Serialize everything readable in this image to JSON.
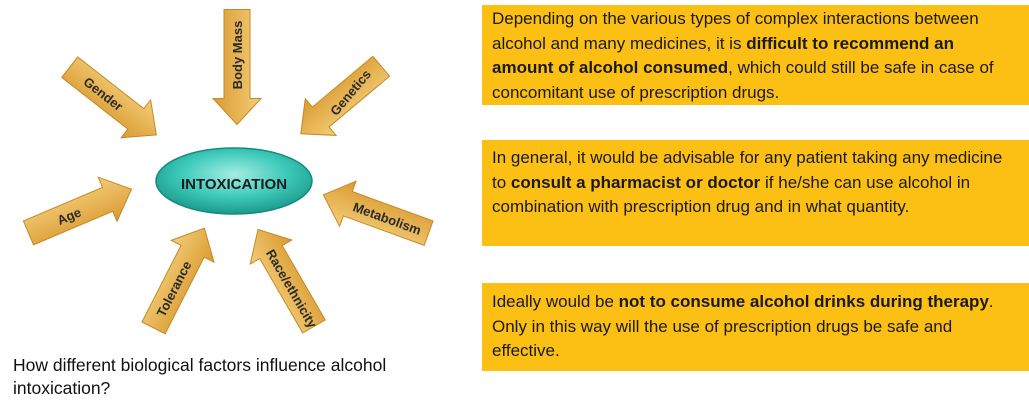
{
  "diagram": {
    "center_label": "INTOXICATION",
    "factors": [
      "Body Mass",
      "Genetics",
      "Metabolism",
      "Race/ethnicity",
      "Tolerance",
      "Age",
      "Gender"
    ],
    "colors": {
      "arrow": "#e3a43c",
      "arrow_light": "#f3cd78",
      "ellipse": "#2fc4b4",
      "ellipse_dark": "#1a9a8c"
    }
  },
  "caption": "How different biological factors influence alcohol intoxication?",
  "boxes": [
    {
      "pre": "Depending on the various types of complex interactions between alcohol and many medicines, it is ",
      "bold": "difficult to recommend an amount of alcohol consumed",
      "post": ", which could still be safe in case of concomitant use of prescription drugs."
    },
    {
      "pre": "In general, it would be advisable for any patient taking any medicine to ",
      "bold": "consult a pharmacist or doctor",
      "post": " if he/she can use alcohol in combination with prescription drug and in what quantity."
    },
    {
      "pre": "Ideally would be ",
      "bold": "not to consume alcohol drinks during therapy",
      "post": ". Only in this way will the use of prescription drugs be safe and effective."
    }
  ],
  "box_color": "#fcbf14"
}
